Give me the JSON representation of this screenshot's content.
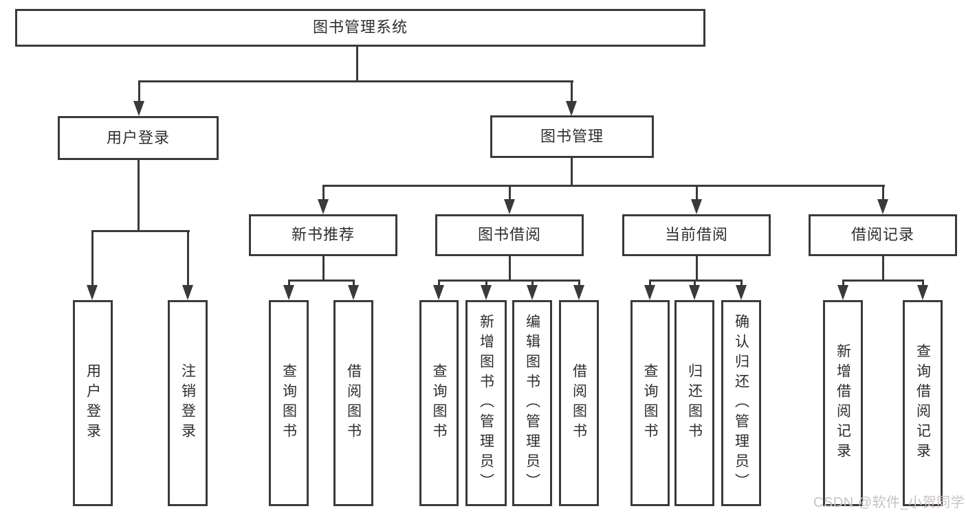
{
  "root": {
    "label": "图书管理系统"
  },
  "branches": {
    "user_login": {
      "label": "用户登录",
      "children": [
        {
          "label": "用户登录"
        },
        {
          "label": "注销登录"
        }
      ]
    },
    "book_management": {
      "label": "图书管理",
      "sections": [
        {
          "label": "新书推荐",
          "children": [
            {
              "label": "查询图书"
            },
            {
              "label": "借阅图书"
            }
          ]
        },
        {
          "label": "图书借阅",
          "children": [
            {
              "label": "查询图书"
            },
            {
              "label": "新增图书（管理员）"
            },
            {
              "label": "编辑图书（管理员）"
            },
            {
              "label": "借阅图书"
            }
          ]
        },
        {
          "label": "当前借阅",
          "children": [
            {
              "label": "查询图书"
            },
            {
              "label": "归还图书"
            },
            {
              "label": "确认归还（管理员）"
            }
          ]
        },
        {
          "label": "借阅记录",
          "children": [
            {
              "label": "新增借阅记录"
            },
            {
              "label": "查询借阅记录"
            }
          ]
        }
      ]
    }
  },
  "watermark": {
    "text": "CSDN @软件_小贺同学"
  }
}
